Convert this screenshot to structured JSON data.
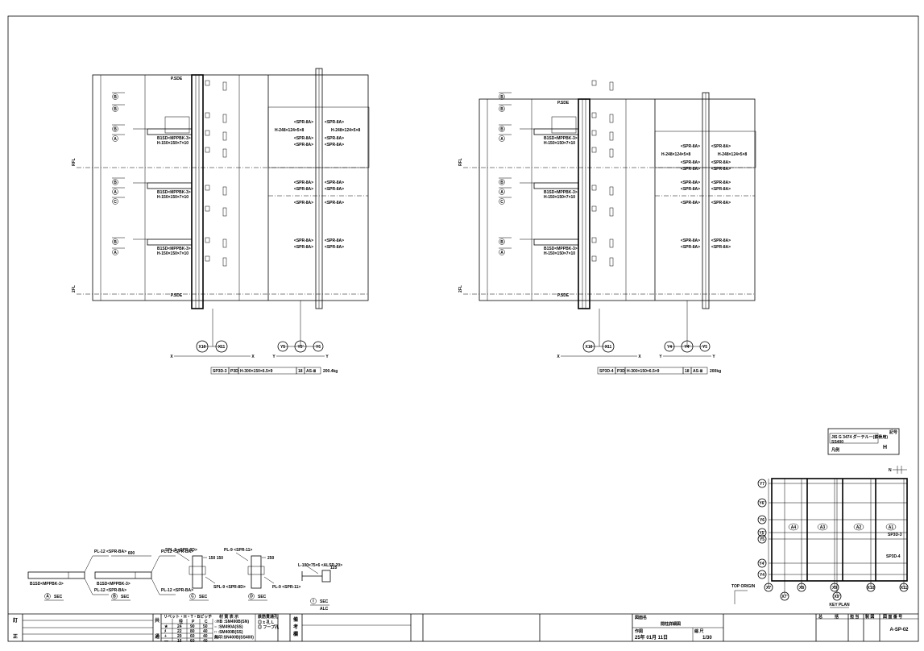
{
  "sheet": {
    "drawing_title_label": "図面名",
    "drawing_title": "間柱詳細図",
    "date_label": "作図",
    "date": "25年 01月 11日",
    "scale_label": "縮 尺",
    "scale": "1/30",
    "drawing_number": "A-SP-02",
    "approval_headers": [
      "总",
      "括",
      "担 当",
      "製 図",
      "図 面 番 号"
    ],
    "revision_label_top": "訂",
    "revision_label_bottom": "正",
    "common_label_top": "共",
    "common_label_bottom": "通",
    "notes_label": [
      "備",
      "考",
      "欄"
    ]
  },
  "bolt_table": {
    "title": "リベット・H・T・Bピッチ",
    "headers": [
      "径",
      "P",
      "C"
    ],
    "rows": [
      [
        "24",
        "90",
        "50"
      ],
      [
        "22",
        "80",
        "40"
      ],
      [
        "20",
        "60",
        "40"
      ],
      [
        "16",
        "60",
        "40"
      ]
    ],
    "symbols": [
      "★",
      "ﾒ",
      "+",
      "—"
    ]
  },
  "material_table": {
    "title": "材 質 表 示",
    "rows": [
      "○HB :SM490B(SN)",
      "○ :SM490A(SS)",
      "□ :SM400B(SS)",
      "無印:SN400B(SS400)"
    ]
  },
  "rebar_table": {
    "title": "鉄筋貫通孔",
    "rows": [
      "◎ ± 孔 L",
      "◎ フープ孔"
    ]
  },
  "elevations": [
    {
      "id": "SP3D-3",
      "grid_x": [
        "X10",
        "X11"
      ],
      "grid_y": [
        "Y5",
        "Y5'",
        "Y6"
      ],
      "section_x": "X",
      "section_y": "Y",
      "members": [
        "H-150×150×7×10",
        "H-150×150×7×10",
        "H-150×150×7×10"
      ],
      "member_tags": [
        "B1SD<MPPBK-3>",
        "B1SD<MPPBK-3>",
        "B1SD<MPPBK-3>"
      ],
      "top_beam": "H-248×124×5×8",
      "table": [
        "SP3D-3",
        "P3D",
        "H-300×150×6.5×9",
        "18",
        "AS-Ⅲ",
        "200.4kg"
      ]
    },
    {
      "id": "SP3D-4",
      "grid_x": [
        "X10",
        "X11"
      ],
      "grid_y": [
        "Y4",
        "Y4'",
        "Y5"
      ],
      "section_x": "X",
      "section_y": "Y",
      "members": [
        "H-150×150×7×10",
        "H-150×150×7×10",
        "H-150×150×7×10"
      ],
      "member_tags": [
        "B1SD<MPPBK-3>",
        "B1SD<MPPBK-3>",
        "B1SD<MPPBK-3>"
      ],
      "top_beam": "H-248×124×5×8",
      "table": [
        "SP3D-4",
        "P3D",
        "H-300×150×6.5×9",
        "18",
        "AS-Ⅲ",
        "200kg"
      ]
    }
  ],
  "floor_labels": [
    "RFL",
    "2FL"
  ],
  "level_labels": [
    "P.SDE",
    "P.SDE"
  ],
  "sections": [
    {
      "mark": "A",
      "label": "SEC",
      "plates": [
        "PL-12 <SPR-BA>",
        "PL-12 <SPR-BA>"
      ],
      "tag": "B1SD<MPPBK-3>"
    },
    {
      "mark": "B",
      "label": "SEC",
      "plates": [
        "PL-12 <SPR-BA>",
        "PL-12 <SPR-BA>"
      ],
      "tag": "B1SD<MPPBK-3>",
      "dim": "600"
    },
    {
      "mark": "C",
      "label": "SEC",
      "plates": [
        "SPL-9 <SPR-8D>",
        "SPL-9 <SPR-8D>"
      ],
      "dim": "150 150"
    },
    {
      "mark": "D",
      "label": "SEC",
      "plates": [
        "PL-9 <SPR-11>",
        "PL-9 <SPR-11>"
      ],
      "dim": "250"
    },
    {
      "mark": "I",
      "label": "SEC",
      "sub": "ALC",
      "plates": [
        "L-100×75×6 <ALSP-20>"
      ],
      "dim": "125"
    }
  ],
  "legend_box": {
    "line1": "JIS G 3474 ダーテルー(鉄骨用)",
    "line2": "SS400",
    "line3": "凡例",
    "symbol": "H",
    "tag": "記号"
  },
  "key_plan": {
    "title": "KEY PLAN",
    "north": "N",
    "x_axes": [
      "X7",
      "X8",
      "X9",
      "X10",
      "X11"
    ],
    "x_sub": [
      "X7'",
      "X9'"
    ],
    "y_axes": [
      "Y7",
      "Y6'",
      "Y6",
      "Y5'",
      "Y5",
      "Y4'",
      "Y4"
    ],
    "zones": [
      "A4",
      "A3",
      "A2",
      "A1"
    ],
    "marks": [
      "SP3D-3",
      "SP3D-4"
    ],
    "origin": "TOP ORIGIN"
  }
}
